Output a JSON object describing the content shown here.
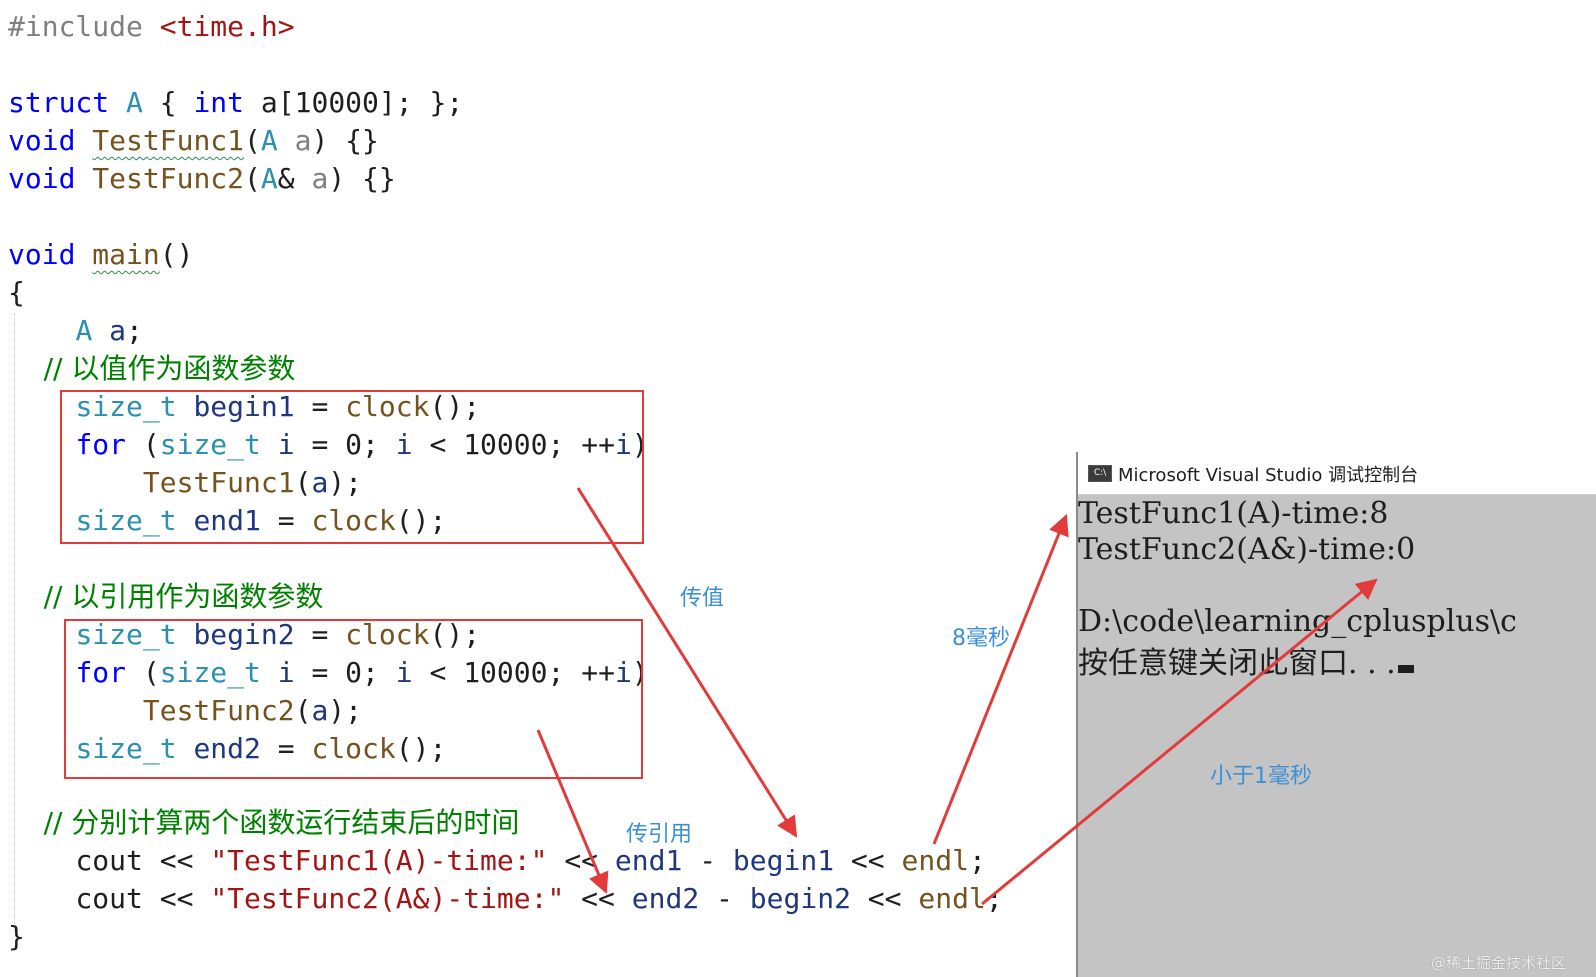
{
  "code": {
    "include_directive": "#include",
    "include_header": "<time.h>",
    "struct_kw": "struct",
    "struct_name": "A",
    "struct_body_open": " { ",
    "int_kw": "int",
    "struct_member": " a[10000]; };",
    "void_kw": "void",
    "func1_name": "TestFunc1",
    "func1_param_type": "A",
    "func1_param_name": "a",
    "func2_name": "TestFunc2",
    "func2_param_type": "A",
    "func2_param_name": "a",
    "empty_body": ") {}",
    "main_name": "main",
    "main_parens": "()",
    "open_brace": "{",
    "close_brace": "}",
    "var_type": "A",
    "var_name": "a",
    "comment1": "// 以值作为函数参数",
    "comment2": "// 以引用作为函数参数",
    "comment3": "// 分别计算两个函数运行结束后的时间",
    "size_t": "size_t",
    "begin1": "begin1",
    "end1": "end1",
    "begin2": "begin2",
    "end2": "end2",
    "clock_call": "clock",
    "for_kw": "for",
    "loop_i": "i",
    "loop_limit": "10000",
    "cout": "cout",
    "endl": "endl",
    "str1": "\"TestFunc1(A)-time:\"",
    "str2": "\"TestFunc2(A&)-time:\""
  },
  "annotations": {
    "pass_by_value": "传值",
    "pass_by_ref": "传引用",
    "eight_ms": "8毫秒",
    "less_than_1ms": "小于1毫秒"
  },
  "console": {
    "icon_label": "C:\\",
    "title": "Microsoft Visual Studio 调试控制台",
    "line1": "TestFunc1(A)-time:8",
    "line2": "TestFunc2(A&)-time:0",
    "line3": "D:\\code\\learning_cplusplus\\c",
    "line4": "按任意键关闭此窗口. . ."
  },
  "watermark": "@稀土掘金技术社区",
  "colors": {
    "keyword": "#0000ff",
    "type": "#2b91af",
    "function": "#74531f",
    "string": "#a31515",
    "comment": "#008000",
    "highlight_box": "#e23b3b",
    "annotation": "#3b8fd9",
    "console_bg": "#c4c4c4"
  }
}
